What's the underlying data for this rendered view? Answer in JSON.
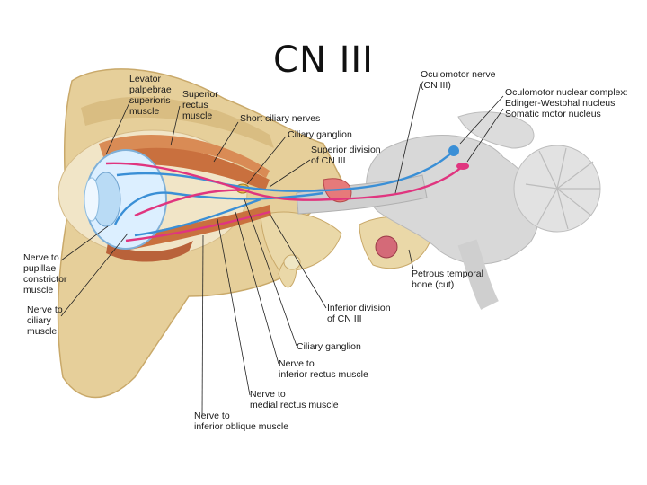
{
  "title": "CN III",
  "labels": {
    "levator": [
      "Levator",
      "palpebrae",
      "superioris",
      "muscle"
    ],
    "superior_rectus": [
      "Superior",
      "rectus",
      "muscle"
    ],
    "short_ciliary": "Short ciliary nerves",
    "ciliary_ganglion_top": "Ciliary ganglion",
    "superior_division": [
      "Superior division",
      "of CN III"
    ],
    "oculomotor_nerve": [
      "Oculomotor nerve",
      "(CN III)"
    ],
    "nuclear_complex": [
      "Oculomotor nuclear complex:",
      "Edinger-Westphal nucleus",
      "Somatic motor nucleus"
    ],
    "pupillae": [
      "Nerve to",
      "pupillae",
      "constrictor",
      "muscle"
    ],
    "ciliary_muscle": [
      "Nerve to",
      "ciliary",
      "muscle"
    ],
    "petrous": [
      "Petrous temporal",
      "bone (cut)"
    ],
    "inferior_division": [
      "Inferior division",
      "of CN III"
    ],
    "ciliary_ganglion_bottom": "Ciliary ganglion",
    "inferior_rectus": [
      "Nerve to",
      "inferior rectus muscle"
    ],
    "medial_rectus": [
      "Nerve to",
      "medial rectus muscle"
    ],
    "inferior_oblique": [
      "Nerve to",
      "inferior oblique muscle"
    ]
  },
  "colors": {
    "bone": "#e6cf9a",
    "bone_dark": "#c9a96a",
    "brain": "#d8d8d8",
    "nerve_blue": "#3a8fd6",
    "nerve_pink": "#e0357f",
    "muscle": "#c9703e"
  }
}
